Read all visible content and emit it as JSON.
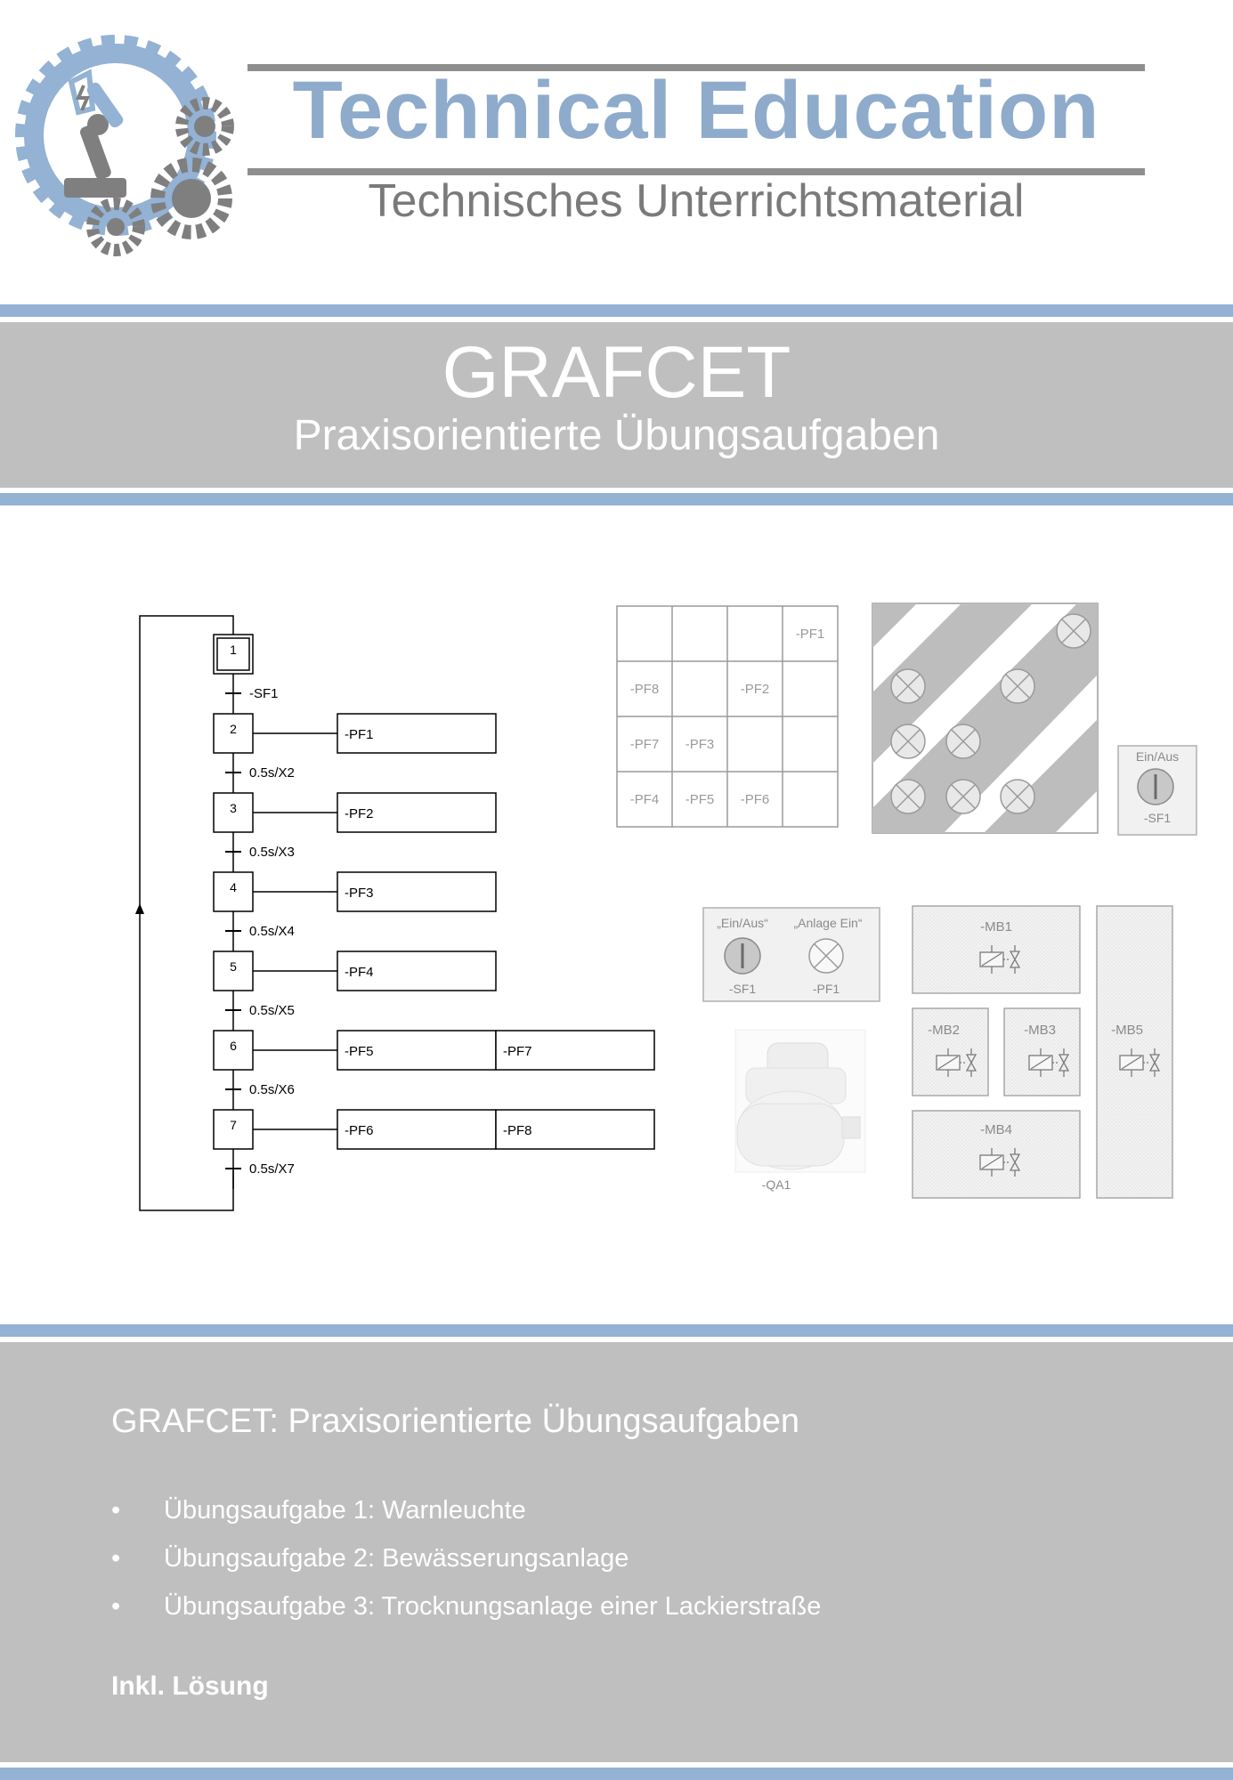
{
  "header": {
    "brand_title": "Technical Education",
    "brand_subtitle": "Technisches Unterrichtsmaterial",
    "logo_icon": "robot-arm-gears-logo"
  },
  "title_band": {
    "title": "GRAFCET",
    "subtitle": "Praxisorientierte Übungsaufgaben"
  },
  "grafcet": {
    "steps": [
      "1",
      "2",
      "3",
      "4",
      "5",
      "6",
      "7"
    ],
    "transitions": [
      "-SF1",
      "0.5s/X2",
      "0.5s/X3",
      "0.5s/X4",
      "0.5s/X5",
      "0.5s/X6",
      "0.5s/X7"
    ],
    "actions": [
      [
        "-PF1"
      ],
      [
        "-PF2"
      ],
      [
        "-PF3"
      ],
      [
        "-PF4"
      ],
      [
        "-PF5",
        "-PF7"
      ],
      [
        "-PF6",
        "-PF8"
      ]
    ]
  },
  "lamp_grid": {
    "cells": [
      "",
      "",
      "",
      "-PF1",
      "-PF8",
      "",
      "-PF2",
      "",
      "-PF7",
      "-PF3",
      "",
      "",
      "-PF4",
      "-PF5",
      "-PF6",
      ""
    ]
  },
  "warning_panel": {
    "switch_top_label": "Ein/Aus",
    "switch_bottom_label": "-SF1"
  },
  "control_panel": {
    "switch_label": "„Ein/Aus“",
    "lamp_label": "„Anlage Ein“",
    "switch_id": "-SF1",
    "lamp_id": "-PF1"
  },
  "pump": {
    "label": "-QA1"
  },
  "valves": [
    "-MB1",
    "-MB2",
    "-MB3",
    "-MB4",
    "-MB5"
  ],
  "bottom": {
    "title": "GRAFCET: Praxisorientierte Übungsaufgaben",
    "items": [
      "Übungsaufgabe 1: Warnleuchte",
      "Übungsaufgabe 2: Bewässerungsanlage",
      "Übungsaufgabe 3: Trocknungsanlage einer Lackierstraße"
    ],
    "note": "Inkl. Lösung"
  },
  "colors": {
    "accent_blue": "#93b2d4",
    "band_gray": "#bfbfbf",
    "brand_text": "#8eabcc"
  }
}
